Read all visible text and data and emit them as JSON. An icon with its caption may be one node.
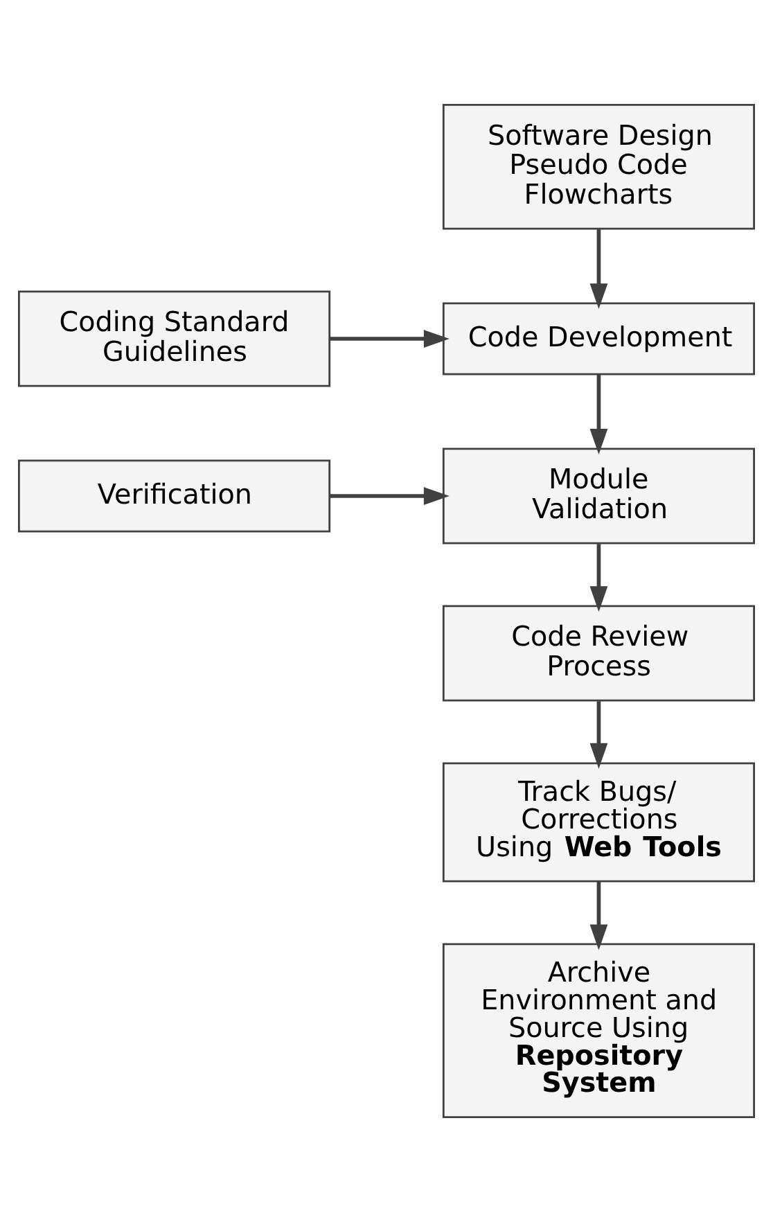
{
  "diagram": {
    "nodes": [
      {
        "text": [
          "Software Design Pseudo Code Flowcharts"
        ]
      },
      {
        "text": [
          "Code Development"
        ]
      },
      {
        "text": [
          "Coding Standard Guidelines"
        ]
      },
      {
        "text": [
          "Module Validation"
        ]
      },
      {
        "text": [
          "Verification"
        ]
      },
      {
        "text": [
          "Code Review Process"
        ]
      },
      {
        "text": [
          "Track Bugs/ Corrections Using **Web Tools**"
        ]
      },
      {
        "text": [
          "Archive Environment and Source Using **Repository System**"
        ]
      }
    ],
    "edges": [
      {
        "from": 0,
        "to": 1,
        "arrow": "to"
      },
      {
        "from": 2,
        "to": 1,
        "arrow": "to"
      },
      {
        "from": 1,
        "to": 3,
        "arrow": "to"
      },
      {
        "from": 4,
        "to": 3,
        "arrow": "to"
      },
      {
        "from": 3,
        "to": 5,
        "arrow": "to"
      },
      {
        "from": 5,
        "to": 6,
        "arrow": "to"
      },
      {
        "from": 6,
        "to": 7,
        "arrow": "to"
      }
    ]
  }
}
